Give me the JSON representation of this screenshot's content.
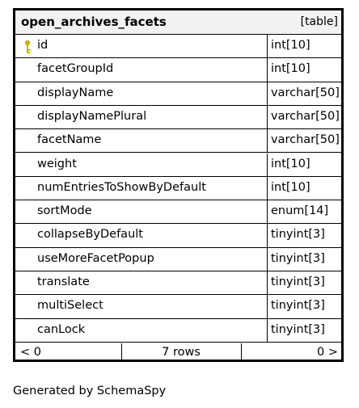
{
  "table": {
    "name": "open_archives_facets",
    "kind": "[table]",
    "columns": [
      {
        "name": "id",
        "type": "int[10]",
        "primary_key": true
      },
      {
        "name": "facetGroupId",
        "type": "int[10]"
      },
      {
        "name": "displayName",
        "type": "varchar[50]"
      },
      {
        "name": "displayNamePlural",
        "type": "varchar[50]"
      },
      {
        "name": "facetName",
        "type": "varchar[50]"
      },
      {
        "name": "weight",
        "type": "int[10]"
      },
      {
        "name": "numEntriesToShowByDefault",
        "type": "int[10]"
      },
      {
        "name": "sortMode",
        "type": "enum[14]"
      },
      {
        "name": "collapseByDefault",
        "type": "tinyint[3]"
      },
      {
        "name": "useMoreFacetPopup",
        "type": "tinyint[3]"
      },
      {
        "name": "translate",
        "type": "tinyint[3]"
      },
      {
        "name": "multiSelect",
        "type": "tinyint[3]"
      },
      {
        "name": "canLock",
        "type": "tinyint[3]"
      }
    ]
  },
  "footer": {
    "left": "< 0",
    "center": "7 rows",
    "right": "0 >"
  },
  "credit": "Generated by SchemaSpy",
  "colors": {
    "header_bg": "#f2f2f2",
    "key_icon": "#c8b400"
  },
  "icons": {
    "primary_key": "key-icon"
  }
}
